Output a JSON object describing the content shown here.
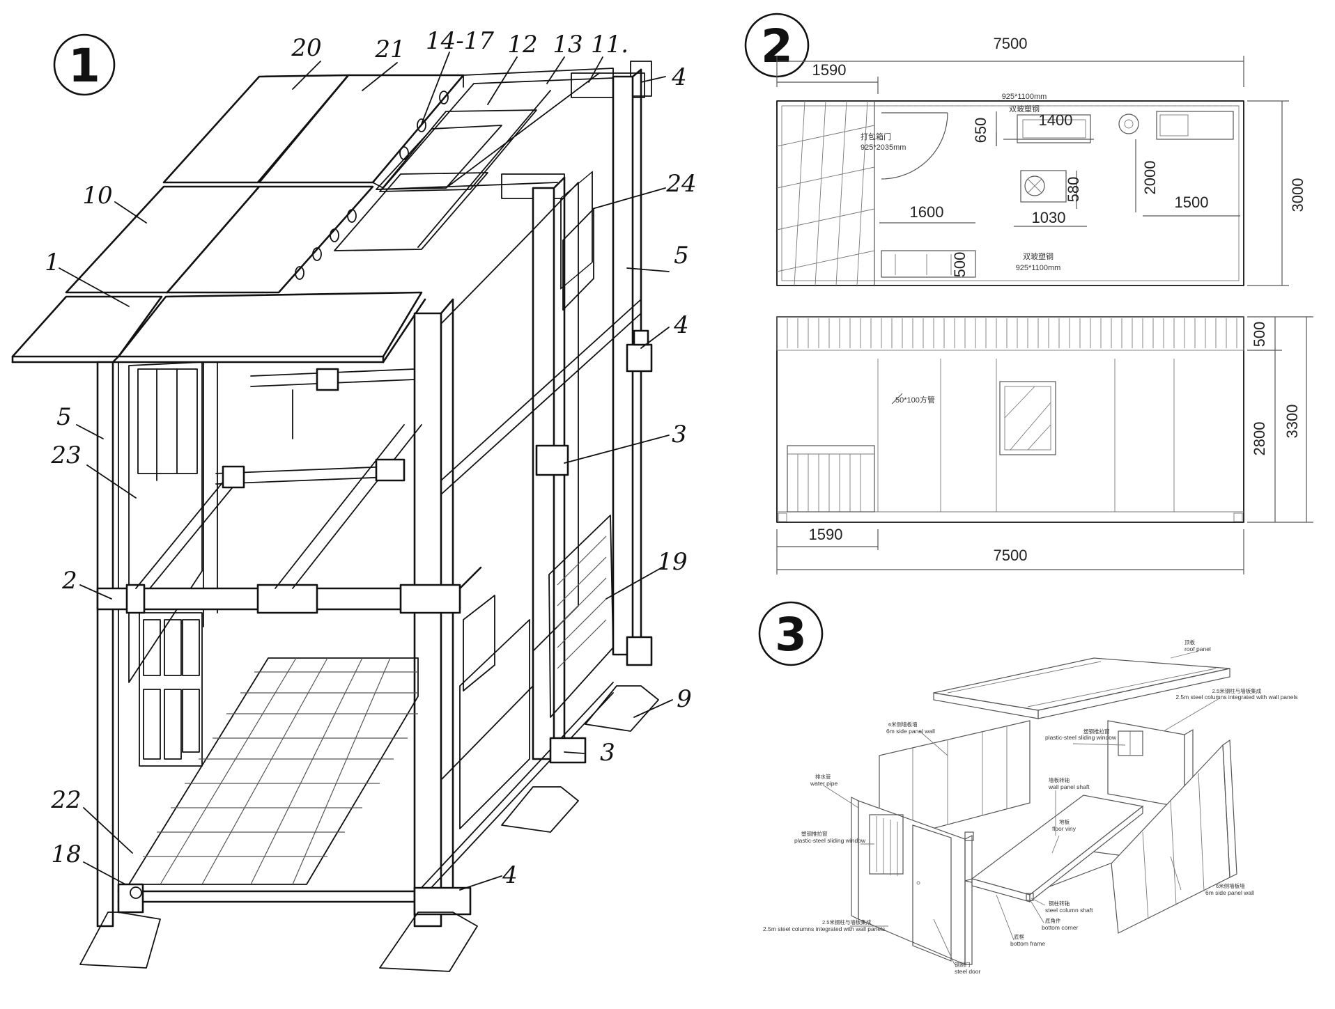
{
  "panels": {
    "p1": {
      "number": "1"
    },
    "p2": {
      "number": "2"
    },
    "p3": {
      "number": "3"
    }
  },
  "drawing1": {
    "callouts": {
      "c20": "20",
      "c21": "21",
      "c14_17": "14-17",
      "c12": "12",
      "c13": "13",
      "c11": "11.",
      "c4a": "4",
      "c24": "24",
      "c10": "10",
      "c1": "1",
      "c5a": "5",
      "c4b": "4",
      "c5b": "5",
      "c23": "23",
      "c3a": "3",
      "c2": "2",
      "c19": "19",
      "c9": "9",
      "c3b": "3",
      "c22": "22",
      "c18": "18",
      "c4c": "4"
    }
  },
  "drawing2": {
    "plan": {
      "overall_length": "7500",
      "porch_length": "1590",
      "window_top_cn": "双玻塑钢",
      "window_top_size": "925*1100mm",
      "door_cn": "打包箱门",
      "door_size": "925*2035mm",
      "d650": "650",
      "d1400": "1400",
      "d2000": "2000",
      "d580": "580",
      "d1600": "1600",
      "d1030": "1030",
      "d1500": "1500",
      "d3000": "3000",
      "window_bottom_cn": "双玻塑钢",
      "window_bottom_size": "925*1100mm",
      "d500_bed": "500"
    },
    "elevation": {
      "d500": "500",
      "d2800": "2800",
      "d3300": "3300",
      "tube_label": "50*100方管",
      "porch_length": "1590",
      "overall_length": "7500"
    }
  },
  "drawing3": {
    "roof_panel_cn": "顶板",
    "roof_panel": "roof panel",
    "col_panel_cn_right": "2.5米钢柱与墙板集成",
    "col_panel_right": "2.5m steel columns integrated with wall panels",
    "side_wall_cn_left": "6米侧墙板墙",
    "side_wall_left": "6m side panel wall",
    "window_cn_right": "塑钢推拉窗",
    "window_right": "plastic-steel sliding window",
    "water_pipe_cn": "排水管",
    "water_pipe": "water pipe",
    "shaft_cn": "墙板转轴",
    "shaft": "wall panel shaft",
    "window_cn_left": "塑钢推拉窗",
    "window_left": "plastic-steel sliding window",
    "floor_cn": "地板",
    "floor": "floor viny",
    "side_wall_cn_right": "6米侧墙板墙",
    "side_wall_right": "6m side panel wall",
    "col_panel_cn_left": "2.5米钢柱与墙板集成",
    "col_panel_left": "2.5m steel columns integrated with wall panels",
    "col_shaft_cn": "钢柱转轴",
    "col_shaft": "steel column shaft",
    "corner_cn": "底角件",
    "corner": "bottom corner",
    "frame_cn": "底框",
    "frame": "bottom frame",
    "door_cn": "钢制门",
    "door": "steel door"
  }
}
